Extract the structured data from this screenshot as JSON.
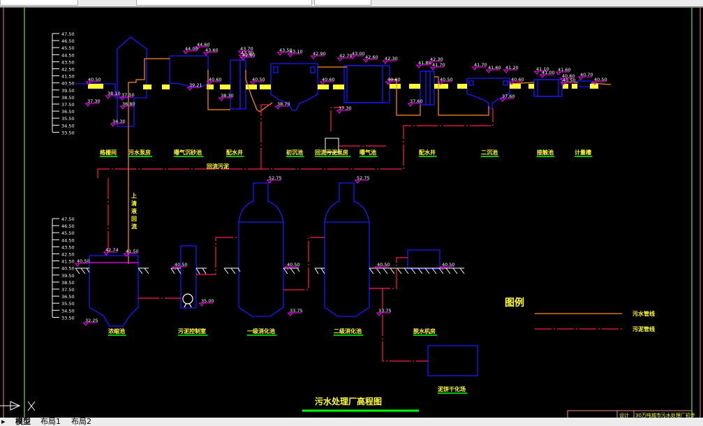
{
  "drawing_title": "污水处理厂高程图",
  "ruler_labels": [
    "47.50",
    "46.50",
    "45.50",
    "44.50",
    "43.50",
    "42.50",
    "41.50",
    "40.50",
    "39.50",
    "38.50",
    "37.50",
    "36.50",
    "35.50",
    "34.50",
    "33.50"
  ],
  "upper_units": [
    "格栅间",
    "污水泵房",
    "曝气沉砂池",
    "配水井",
    "初沉池",
    "回流污泥泵房",
    "曝气池",
    "配水井",
    "二沉池",
    "接触池",
    "计量槽"
  ],
  "upper_return_label": "回流污泥",
  "vertical_label": "上清液回流",
  "lower_units": [
    "浓缩池",
    "污泥控制室",
    "一级消化池",
    "二级消化池",
    "脱水机房",
    "泥饼干化场"
  ],
  "upper_elevations": [
    "40.50",
    "38.10",
    "37.30",
    "37.50",
    "36.80",
    "34.30",
    "44.00",
    "44.60",
    "43.60",
    "39.21",
    "40.60",
    "38.30",
    "43.70",
    "43.90",
    "42.60",
    "40.50",
    "38.70",
    "43.50",
    "43.10",
    "42.90",
    "40.60",
    "42.70",
    "43.00",
    "42.60",
    "42.30",
    "37.30",
    "40.60",
    "41.80",
    "42.30",
    "41.70",
    "40.50",
    "37.60",
    "41.70",
    "41.60",
    "41.20",
    "40.60",
    "37.60",
    "41.10",
    "41.00",
    "41.60",
    "40.60",
    "40.50",
    "40.70",
    "40.50"
  ],
  "lower_elevations": [
    "42.74",
    "41.50",
    "40.50",
    "32.25",
    "40.50",
    "35.00",
    "52.75",
    "40.50",
    "33.75",
    "52.75",
    "40.50",
    "33.75",
    "40.50"
  ],
  "legend": {
    "title": "图例",
    "items": [
      {
        "label": "污水管线",
        "color": "#ff8c1a"
      },
      {
        "label": "污泥管线",
        "color": "#ff1a4b"
      }
    ]
  },
  "title_block": {
    "role": "设计",
    "project": "30万吨城市污水处理厂初步"
  },
  "tabs": [
    "模型",
    "布局1",
    "布局2"
  ],
  "colors": {
    "background": "#000000",
    "structure": "#1a1aff",
    "elevation": "#ff00ff",
    "label": "#ffff00",
    "underline": "#00ff00",
    "sewage": "#ff8c1a",
    "sludge": "#ff1a4b"
  }
}
